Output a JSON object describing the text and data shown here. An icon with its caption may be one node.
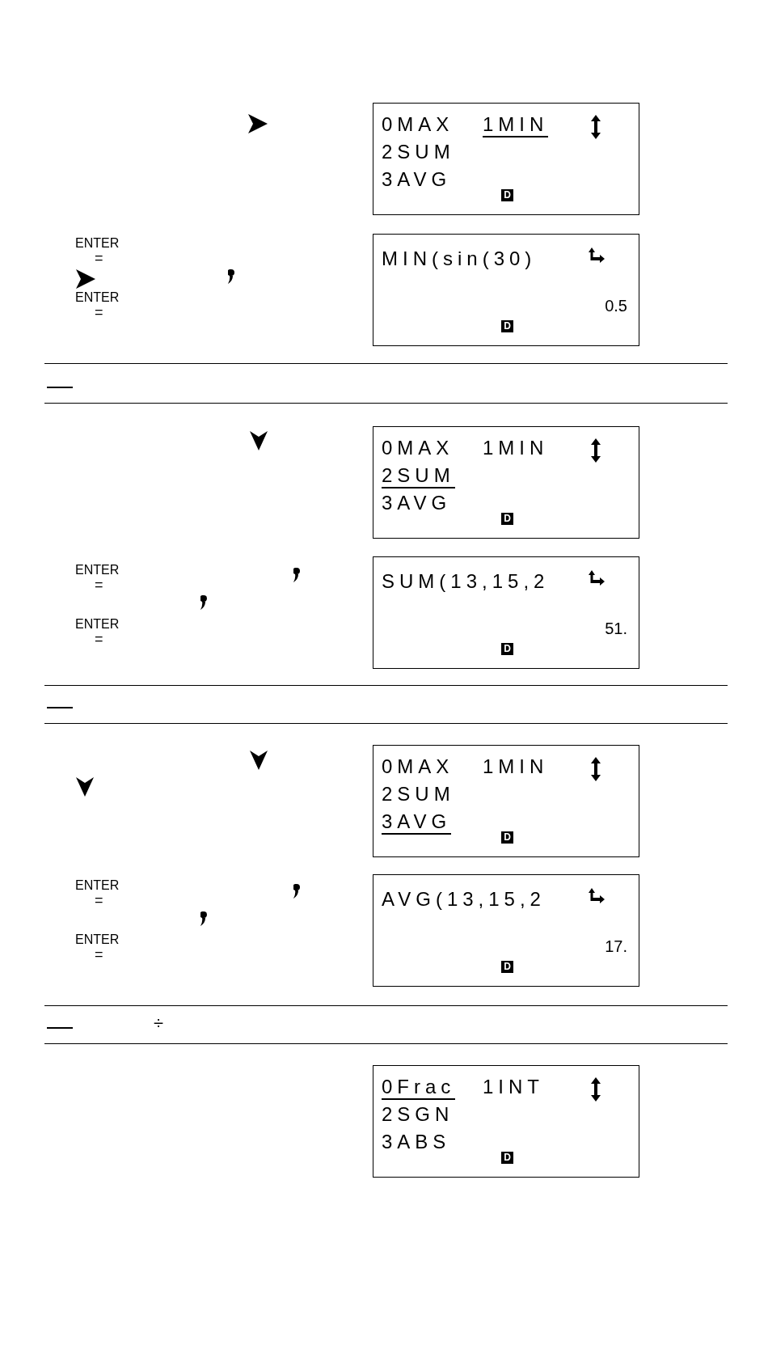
{
  "diagram": {
    "nodes": [
      {
        "text": [
          "0MAX",
          "1MIN",
          "2SUM",
          "3AVG",
          "D"
        ]
      },
      {
        "text": [
          "MIN(sin(30)",
          "0.5",
          "D"
        ]
      },
      {
        "text": [
          "0MAX",
          "1MIN",
          "2SUM",
          "3AVG",
          "D"
        ]
      },
      {
        "text": [
          "SUM(13,15,2",
          "51.",
          "D"
        ]
      },
      {
        "text": [
          "0MAX",
          "1MIN",
          "2SUM",
          "3AVG",
          "D"
        ]
      },
      {
        "text": [
          "AVG(13,15,2",
          "17.",
          "D"
        ]
      },
      {
        "text": [
          "0Frac",
          "1INT",
          "2SGN",
          "3ABS",
          "D"
        ]
      }
    ],
    "edges": [],
    "labels": [
      "ENTER",
      "=",
      "ENTER",
      "=",
      "ENTER",
      "=",
      "ENTER",
      "=",
      "ENTER",
      "=",
      "ENTER",
      "=",
      "÷"
    ]
  }
}
